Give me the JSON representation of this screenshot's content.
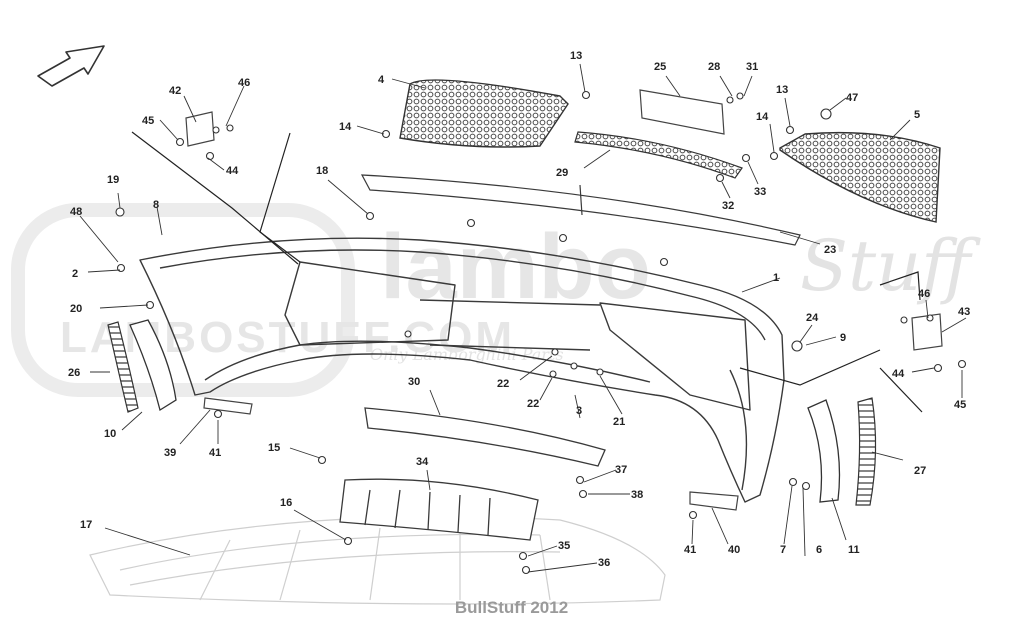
{
  "watermark": {
    "brand": "lambo",
    "brand_script": "Stuff",
    "site": "LAMBOSTUFF.COM",
    "tagline": "Only Lamborghini Parts"
  },
  "footer": {
    "text": "BullStuff 2012"
  },
  "callouts": [
    "1",
    "2",
    "3",
    "4",
    "5",
    "6",
    "7",
    "8",
    "9",
    "10",
    "11",
    "13",
    "13",
    "14",
    "14",
    "15",
    "16",
    "17",
    "18",
    "19",
    "20",
    "21",
    "22",
    "22",
    "23",
    "24",
    "25",
    "26",
    "27",
    "28",
    "29",
    "30",
    "31",
    "32",
    "33",
    "34",
    "35",
    "36",
    "37",
    "38",
    "39",
    "40",
    "41",
    "41",
    "42",
    "43",
    "44",
    "44",
    "45",
    "45",
    "46",
    "46",
    "47",
    "48"
  ],
  "icons": [
    "direction-arrow-icon"
  ],
  "colors": {
    "line": "#3a3a3a",
    "mesh": "#555555",
    "watermark": "#e6e6e6",
    "footer": "#9a9a9a"
  }
}
